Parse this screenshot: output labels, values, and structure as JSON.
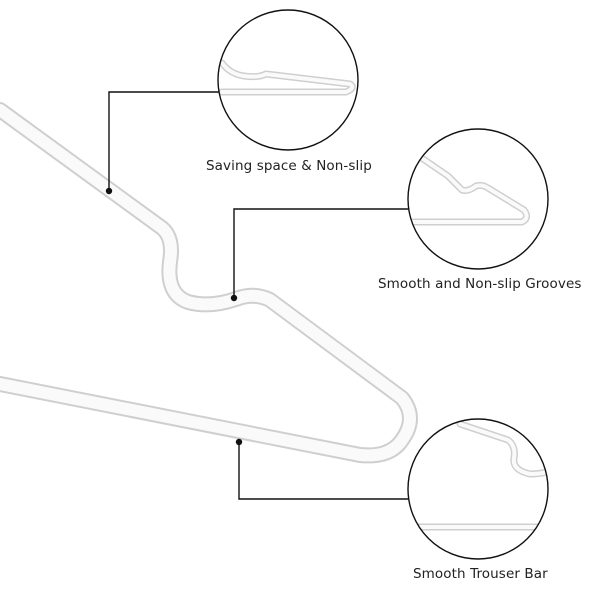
{
  "callouts": [
    {
      "id": "saving-space",
      "label": "Saving space & Non-slip"
    },
    {
      "id": "grooves",
      "label": "Smooth and Non-slip Grooves"
    },
    {
      "id": "trouser-bar",
      "label": "Smooth Trouser Bar"
    }
  ],
  "colors": {
    "background": "#ffffff",
    "hanger_outline": "#d6d6d6",
    "hanger_fill": "#fafafa",
    "leader_line": "#111111",
    "circle_stroke": "#111111",
    "label_text": "#222222"
  }
}
